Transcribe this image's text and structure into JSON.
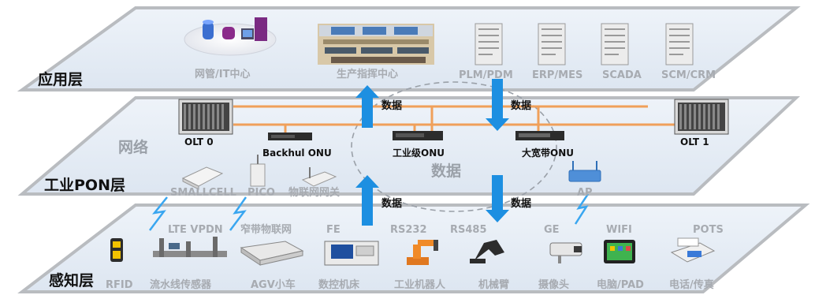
{
  "layers": {
    "application": {
      "title": "应用层",
      "items": [
        "网管/IT中心",
        "生产指挥中心",
        "PLM/PDM",
        "ERP/MES",
        "SCADA",
        "SCM/CRM"
      ]
    },
    "pon": {
      "title": "工业PON层",
      "network_label": "网络",
      "olt_left": "OLT 0",
      "olt_right": "OLT 1",
      "backhaul_onu": "Backhul ONU",
      "industrial_onu": "工业级ONU",
      "broadband_onu": "大宽带ONU",
      "data_center_label": "数据",
      "edge_devices": [
        "SMALLCELL",
        "PICO",
        "物联网网关"
      ],
      "ap": "AP"
    },
    "perception": {
      "title": "感知层",
      "interfaces": [
        "LTE VPDN",
        "窄带物联网",
        "FE",
        "RS232",
        "RS485",
        "GE",
        "WIFI",
        "POTS"
      ],
      "devices": [
        "RFID",
        "流水线传感器",
        "AGV小车",
        "数控机床",
        "工业机器人",
        "机械臂",
        "摄像头",
        "电脑/PAD",
        "电话/传真"
      ]
    }
  },
  "arrows": {
    "up_top": "数据",
    "down_top": "数据",
    "up_bottom": "数据",
    "down_bottom": "数据"
  },
  "colors": {
    "layer_fill": "#e3ebf5",
    "layer_border": "#b9bcc0",
    "arrow_blue": "#1d8fe1",
    "fiber_orange": "#f0a05a"
  }
}
